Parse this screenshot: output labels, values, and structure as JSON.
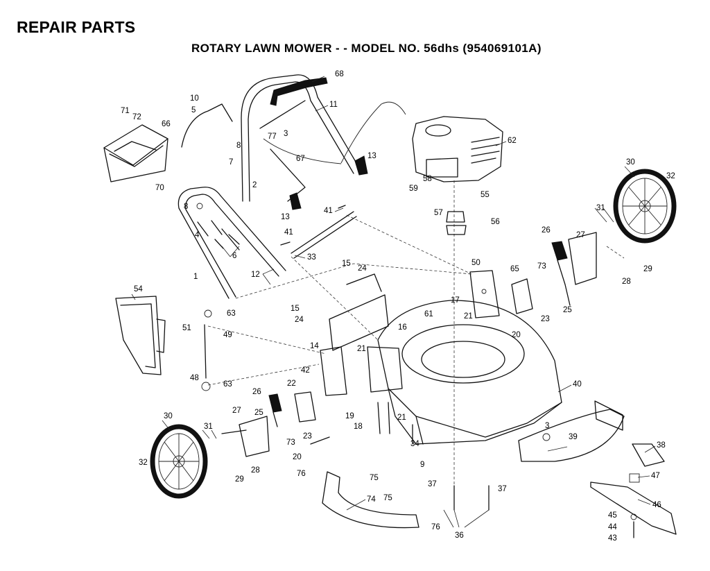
{
  "header": {
    "title": "REPAIR PARTS",
    "subtitle": "ROTARY LAWN MOWER - - MODEL NO. 56dhs (954069101A)"
  },
  "callouts": {
    "c1": "1",
    "c2": "2",
    "c3a": "3",
    "c3b": "3",
    "c4": "4",
    "c5": "5",
    "c6": "6",
    "c7": "7",
    "c8a": "8",
    "c8b": "8",
    "c9": "9",
    "c10": "10",
    "c11": "11",
    "c12": "12",
    "c13a": "13",
    "c13b": "13",
    "c14": "14",
    "c15a": "15",
    "c15b": "15",
    "c16": "16",
    "c17": "17",
    "c18": "18",
    "c19": "19",
    "c20a": "20",
    "c20b": "20",
    "c21a": "21",
    "c21b": "21",
    "c21c": "21",
    "c22": "22",
    "c23a": "23",
    "c23b": "23",
    "c24a": "24",
    "c24b": "24",
    "c25a": "25",
    "c25b": "25",
    "c26a": "26",
    "c26b": "26",
    "c27a": "27",
    "c27b": "27",
    "c28a": "28",
    "c28b": "28",
    "c29a": "29",
    "c29b": "29",
    "c30a": "30",
    "c30b": "30",
    "c31a": "31",
    "c31b": "31",
    "c32a": "32",
    "c32b": "32",
    "c33": "33",
    "c34": "34",
    "c36": "36",
    "c37a": "37",
    "c37b": "37",
    "c38": "38",
    "c39": "39",
    "c40": "40",
    "c41a": "41",
    "c41b": "41",
    "c42": "42",
    "c43": "43",
    "c44": "44",
    "c45": "45",
    "c46": "46",
    "c47": "47",
    "c48": "48",
    "c49": "49",
    "c50": "50",
    "c51": "51",
    "c54": "54",
    "c55": "55",
    "c56": "56",
    "c57": "57",
    "c58": "58",
    "c59": "59",
    "c61": "61",
    "c62": "62",
    "c63a": "63",
    "c63b": "63",
    "c65": "65",
    "c66": "66",
    "c67": "67",
    "c68": "68",
    "c70": "70",
    "c71": "71",
    "c72": "72",
    "c73a": "73",
    "c73b": "73",
    "c74": "74",
    "c75a": "75",
    "c75b": "75",
    "c76a": "76",
    "c76b": "76",
    "c77": "77"
  }
}
